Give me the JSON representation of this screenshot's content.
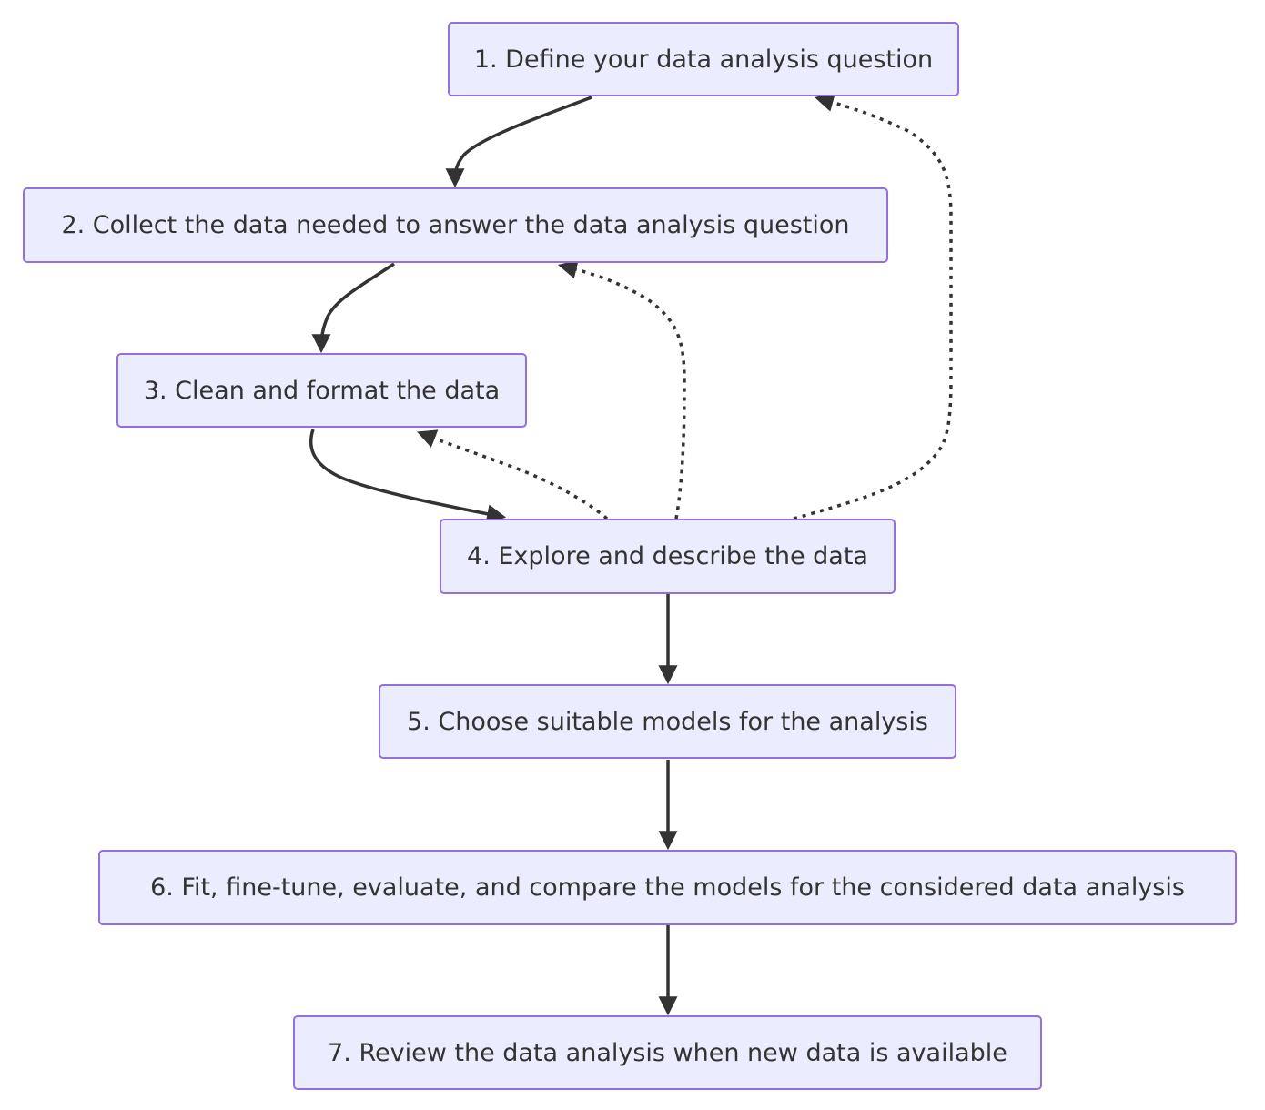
{
  "diagram": {
    "nodes": [
      {
        "id": "n1",
        "label": "1. Define your data analysis question"
      },
      {
        "id": "n2",
        "label": "2. Collect the data needed to answer the data analysis question"
      },
      {
        "id": "n3",
        "label": "3. Clean and format the data"
      },
      {
        "id": "n4",
        "label": "4. Explore and describe the data"
      },
      {
        "id": "n5",
        "label": "5. Choose suitable models for the analysis"
      },
      {
        "id": "n6",
        "label": "6. Fit, fine-tune, evaluate, and compare the models for the considered data analysis"
      },
      {
        "id": "n7",
        "label": "7. Review the data analysis when new data is available"
      }
    ],
    "edges": [
      {
        "from": "n1",
        "to": "n2",
        "style": "solid"
      },
      {
        "from": "n2",
        "to": "n3",
        "style": "solid"
      },
      {
        "from": "n3",
        "to": "n4",
        "style": "solid"
      },
      {
        "from": "n4",
        "to": "n3",
        "style": "dotted"
      },
      {
        "from": "n4",
        "to": "n2",
        "style": "dotted"
      },
      {
        "from": "n4",
        "to": "n1",
        "style": "dotted"
      },
      {
        "from": "n4",
        "to": "n5",
        "style": "solid"
      },
      {
        "from": "n5",
        "to": "n6",
        "style": "solid"
      },
      {
        "from": "n6",
        "to": "n7",
        "style": "solid"
      }
    ],
    "colors": {
      "node_fill": "#ececff",
      "node_border": "#9370db",
      "text": "#333333",
      "edge": "#333333"
    }
  }
}
